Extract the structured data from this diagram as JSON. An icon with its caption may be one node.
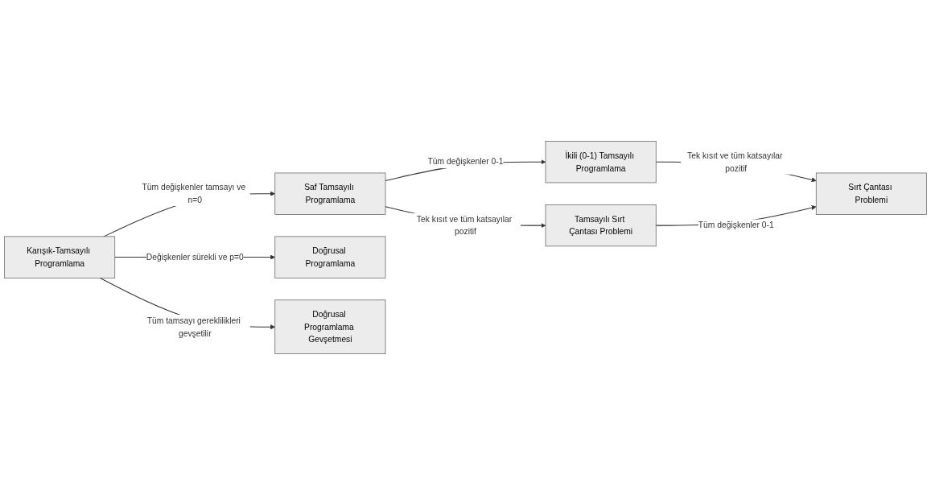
{
  "diagram": {
    "nodes": [
      {
        "text": [
          "Karışık-Tamsayılı Programlama"
        ]
      },
      {
        "text": [
          "Saf Tamsayılı Programlama"
        ]
      },
      {
        "text": [
          "Doğrusal Programlama"
        ]
      },
      {
        "text": [
          "Doğrusal Programlama Gevşetmesi"
        ]
      },
      {
        "text": [
          "İkili (0-1) Tamsayılı Programlama"
        ]
      },
      {
        "text": [
          "Tamsayılı Sırt Çantası Problemi"
        ]
      },
      {
        "text": [
          "Sırt Çantası Problemi"
        ]
      }
    ],
    "edges": [
      {
        "from": 0,
        "to": 1,
        "arrow": "to",
        "label": "Tüm değişkenler tamsayı ve n=0"
      },
      {
        "from": 0,
        "to": 2,
        "arrow": "to",
        "label": "Değişkenler sürekli ve p=0"
      },
      {
        "from": 0,
        "to": 3,
        "arrow": "to",
        "label": "Tüm tamsayı gereklilikleri gevşetilir"
      },
      {
        "from": 1,
        "to": 4,
        "arrow": "to",
        "label": "Tüm değişkenler 0-1"
      },
      {
        "from": 1,
        "to": 5,
        "arrow": "to",
        "label": "Tek kısıt ve tüm katsayılar pozitif"
      },
      {
        "from": 4,
        "to": 6,
        "arrow": "to",
        "label": "Tek kısıt ve tüm katsayılar pozitif"
      },
      {
        "from": 5,
        "to": 6,
        "arrow": "to",
        "label": "Tüm değişkenler 0-1"
      }
    ]
  }
}
